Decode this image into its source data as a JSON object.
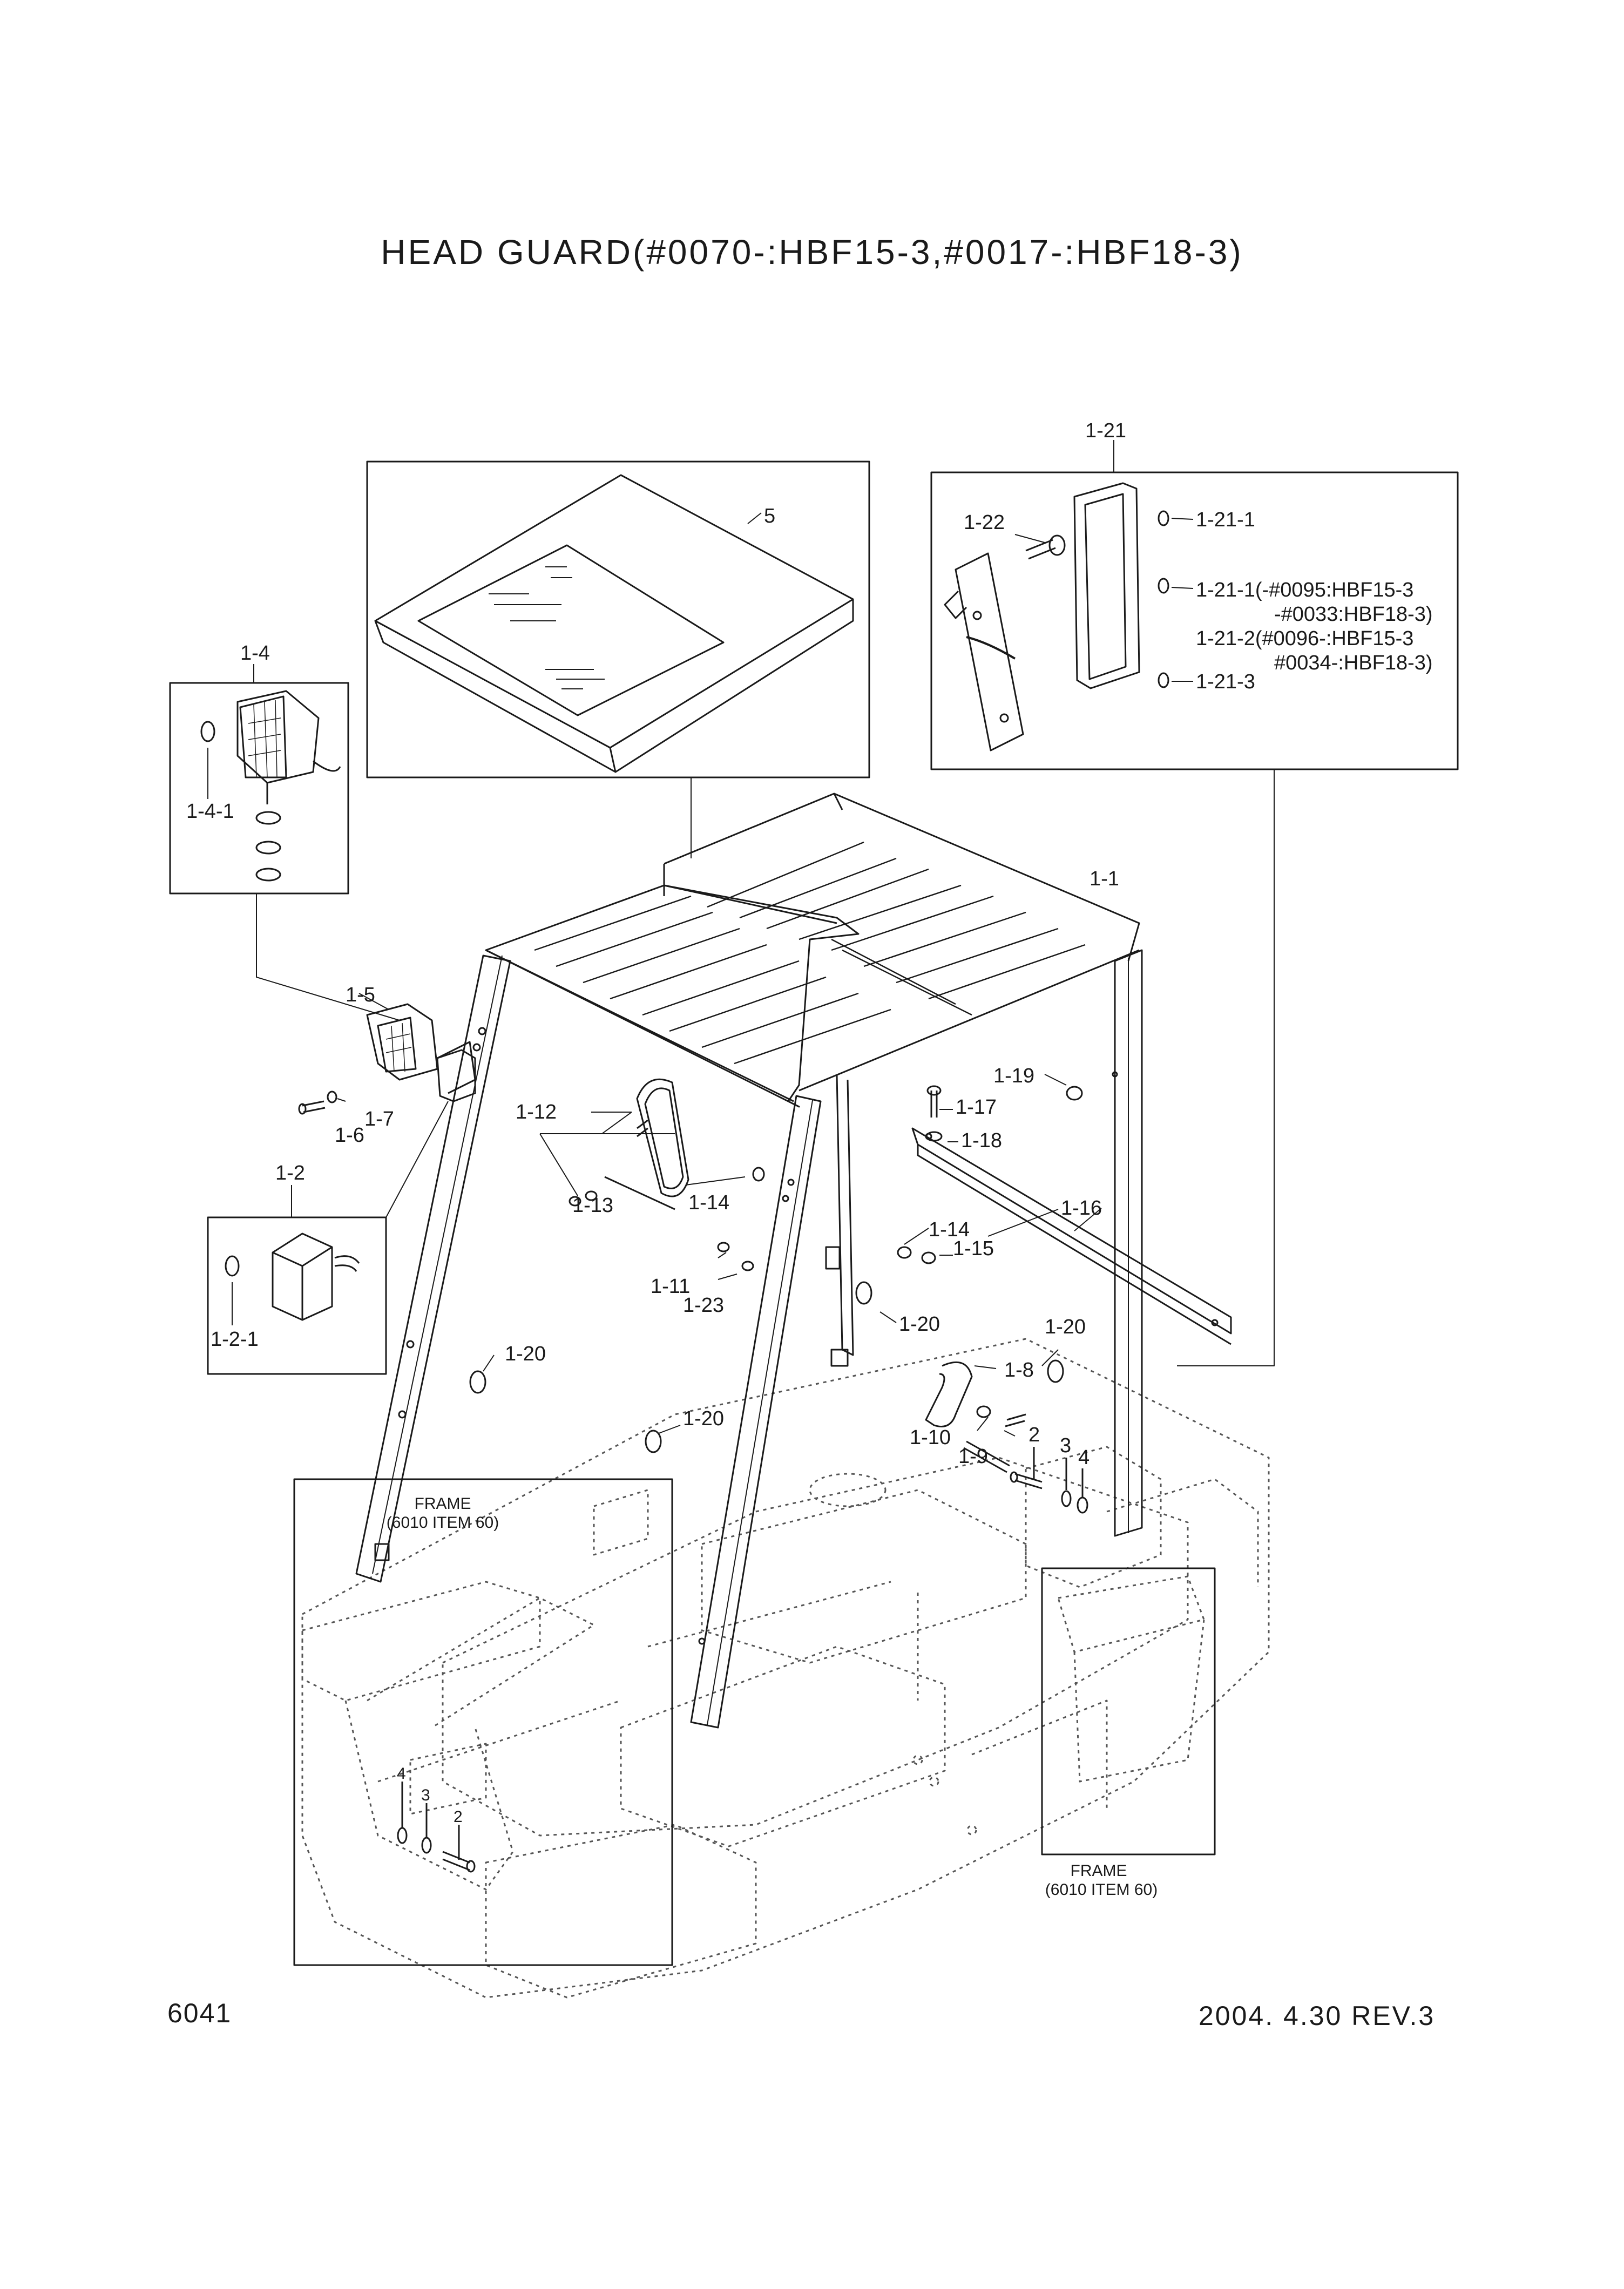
{
  "title": "HEAD GUARD(#0070-:HBF15-3,#0017-:HBF18-3)",
  "page_number": "6041",
  "revision": "2004. 4.30 REV.3",
  "callouts": {
    "p5": "5",
    "p1_21": "1-21",
    "p1_22": "1-22",
    "p1_21_1a": "1-21-1",
    "p1_21_1b": "1-21-1(-#0095:HBF15-3",
    "p1_21_1b_cont": "-#0033:HBF18-3)",
    "p1_21_2": "1-21-2(#0096-:HBF15-3",
    "p1_21_2_cont": "#0034-:HBF18-3)",
    "p1_21_3": "1-21-3",
    "p1_4": "1-4",
    "p1_4_1": "1-4-1",
    "p1_1": "1-1",
    "p1_5": "1-5",
    "p1_6": "1-6",
    "p1_7": "1-7",
    "p1_2": "1-2",
    "p1_2_1": "1-2-1",
    "p1_12": "1-12",
    "p1_13": "1-13",
    "p1_14a": "1-14",
    "p1_14b": "1-14",
    "p1_15": "1-15",
    "p1_16": "1-16",
    "p1_17": "1-17",
    "p1_18": "1-18",
    "p1_19": "1-19",
    "p1_11": "1-11",
    "p1_23": "1-23",
    "p1_20a": "1-20",
    "p1_20b": "1-20",
    "p1_20c": "1-20",
    "p1_20d": "1-20",
    "p1_8": "1-8",
    "p1_9": "1-9",
    "p1_10": "1-10",
    "p2a": "2",
    "p3a": "3",
    "p4a": "4",
    "p2b": "2",
    "p3b": "3",
    "p4b": "4"
  },
  "frame_note_left": {
    "line1": "FRAME",
    "line2": "(6010 ITEM 60)"
  },
  "frame_note_right": {
    "line1": "FRAME",
    "line2": "(6010 ITEM 60)"
  }
}
